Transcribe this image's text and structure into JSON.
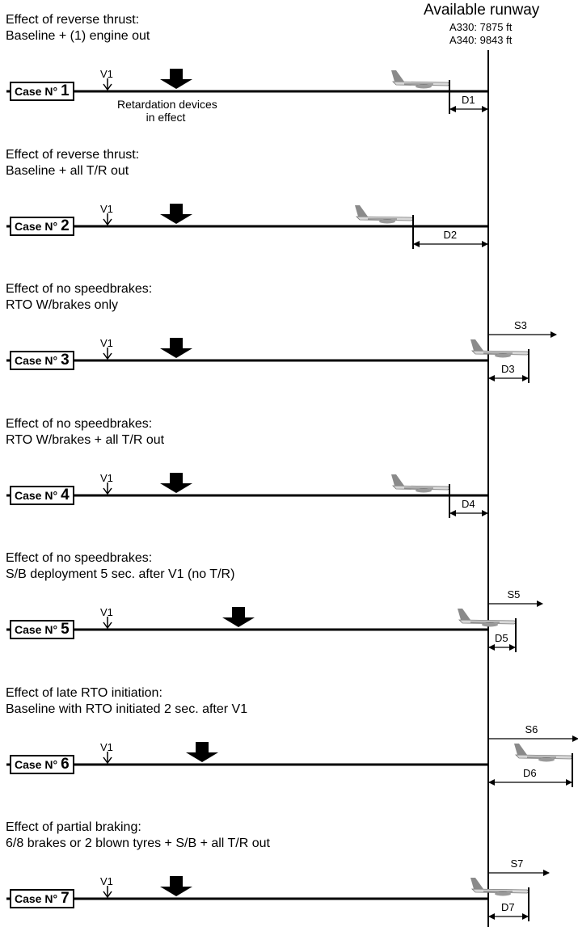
{
  "header": {
    "title": "Available runway",
    "a330": "A330: 7875 ft",
    "a340": "A340: 9843 ft"
  },
  "v1_label": "V1",
  "case_prefix": "Case N°",
  "retardation_note": [
    "Retardation devices",
    "in effect"
  ],
  "cases": [
    {
      "number": "1",
      "line1": "Effect of reverse thrust:",
      "line2": "Baseline + (1) engine out",
      "d_label": "D1",
      "s_label": ""
    },
    {
      "number": "2",
      "line1": "Effect of reverse thrust:",
      "line2": "Baseline + all T/R out",
      "d_label": "D2",
      "s_label": ""
    },
    {
      "number": "3",
      "line1": "Effect of no speedbrakes:",
      "line2": "RTO W/brakes only",
      "d_label": "D3",
      "s_label": "S3"
    },
    {
      "number": "4",
      "line1": "Effect of no speedbrakes:",
      "line2": "RTO W/brakes + all T/R out",
      "d_label": "D4",
      "s_label": ""
    },
    {
      "number": "5",
      "line1": "Effect of no speedbrakes:",
      "line2": "S/B deployment 5 sec. after V1 (no T/R)",
      "d_label": "D5",
      "s_label": "S5"
    },
    {
      "number": "6",
      "line1": "Effect of late RTO initiation:",
      "line2": "Baseline with RTO initiated 2 sec. after V1",
      "d_label": "D6",
      "s_label": "S6"
    },
    {
      "number": "7",
      "line1": "Effect of partial braking:",
      "line2": "6/8 brakes or 2 blown tyres + S/B + all T/R out",
      "d_label": "D7",
      "s_label": "S7"
    }
  ]
}
